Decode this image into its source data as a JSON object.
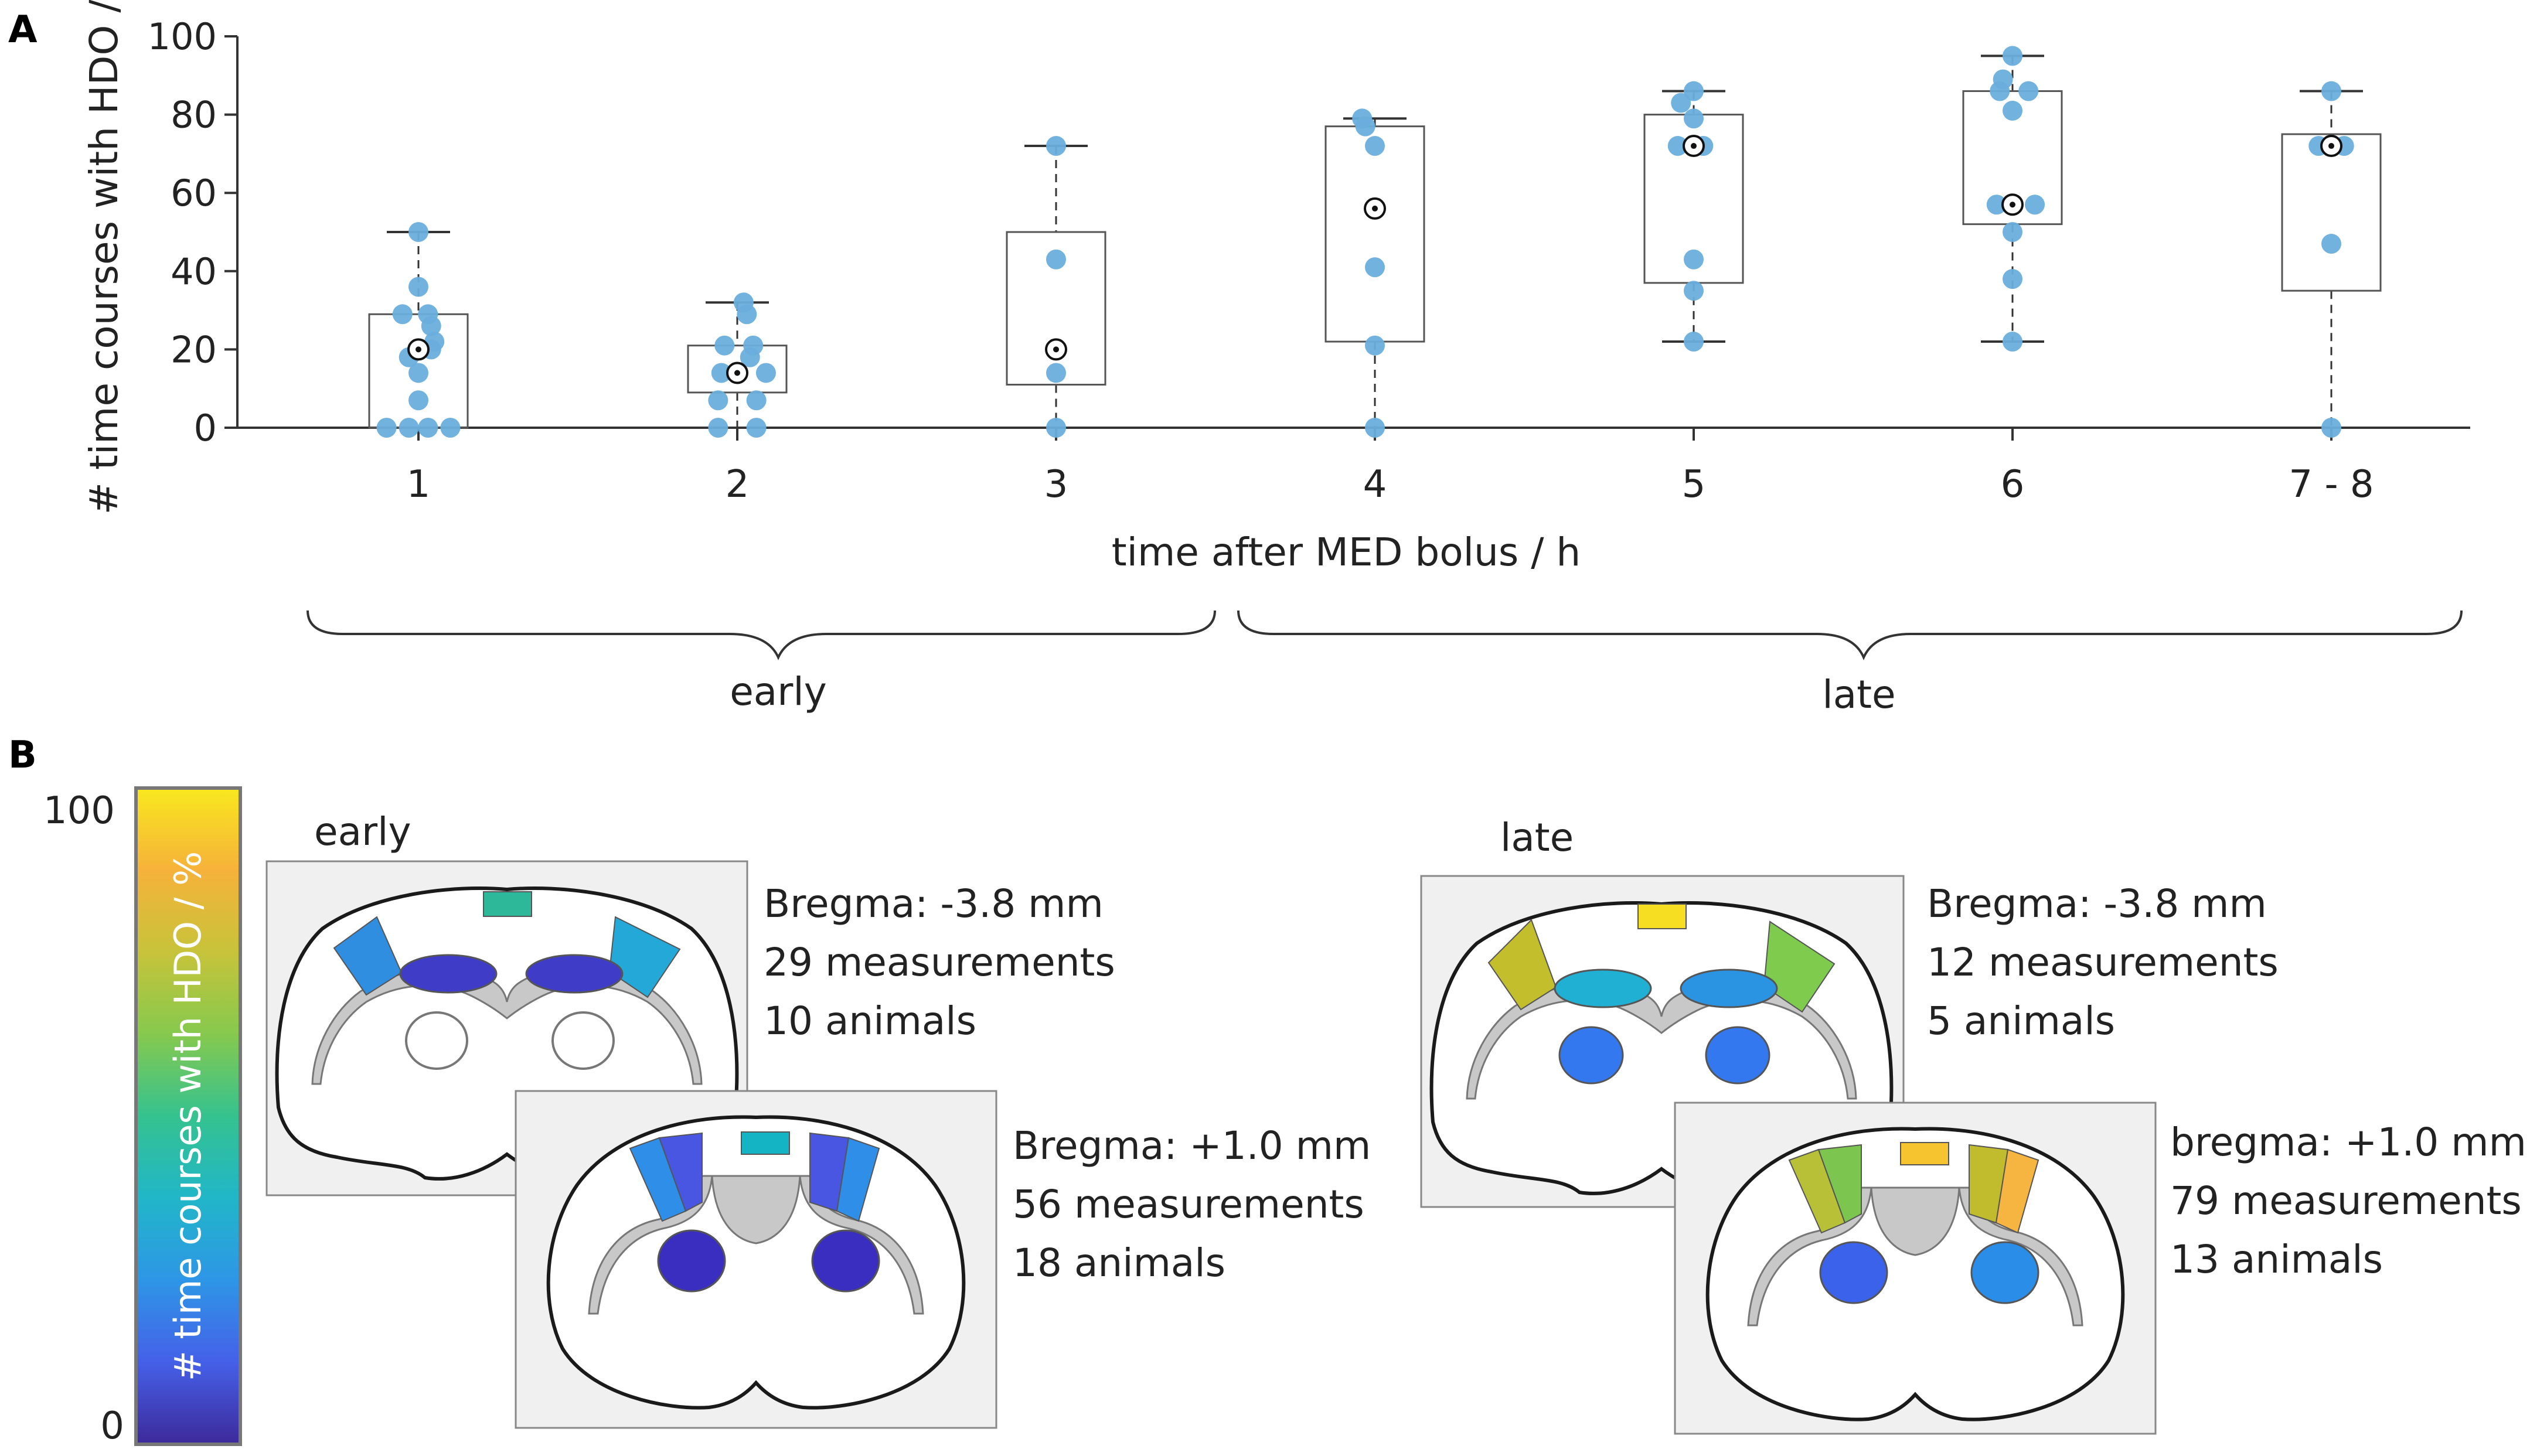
{
  "panel_labels": {
    "a": "A",
    "b": "B"
  },
  "colors": {
    "point": "#6aaedc",
    "box_stroke": "#555555",
    "axis": "#333333",
    "region_outline": "#444444",
    "slice_bg": "#f0f0f0",
    "white_matter": "#c8c8c8",
    "colormap": [
      "#3d2a9a",
      "#4560e8",
      "#2e96e6",
      "#21b6c8",
      "#35c28f",
      "#86c94e",
      "#c7c33a",
      "#f6b23a",
      "#f8e81e"
    ]
  },
  "chart_data": {
    "type": "box",
    "ylabel": "# time courses with HDO / %",
    "xlabel": "time after MED bolus / h",
    "ylim": [
      0,
      100
    ],
    "yticks": [
      0,
      20,
      40,
      60,
      80,
      100
    ],
    "grid": false,
    "legend": "none",
    "categories": [
      "1",
      "2",
      "3",
      "4",
      "5",
      "6",
      "7 - 8"
    ],
    "boxes": [
      {
        "min": 0,
        "q1": 0,
        "median": 20,
        "q3": 29,
        "max": 50
      },
      {
        "min": 0,
        "q1": 9,
        "median": 14,
        "q3": 21,
        "max": 32
      },
      {
        "min": 0,
        "q1": 11,
        "median": 20,
        "q3": 50,
        "max": 72
      },
      {
        "min": 0,
        "q1": 22,
        "median": 56,
        "q3": 77,
        "max": 79
      },
      {
        "min": 22,
        "q1": 37,
        "median": 72,
        "q3": 80,
        "max": 86
      },
      {
        "min": 22,
        "q1": 52,
        "median": 57,
        "q3": 86,
        "max": 95
      },
      {
        "min": 0,
        "q1": 35,
        "median": 72,
        "q3": 75,
        "max": 86
      }
    ],
    "points": [
      [
        {
          "y": 0,
          "dx": -0.1
        },
        {
          "y": 0,
          "dx": -0.03
        },
        {
          "y": 0,
          "dx": 0.03
        },
        {
          "y": 0,
          "dx": 0.1
        },
        {
          "y": 7,
          "dx": 0
        },
        {
          "y": 14,
          "dx": 0
        },
        {
          "y": 18,
          "dx": -0.03
        },
        {
          "y": 20,
          "dx": 0.04
        },
        {
          "y": 22,
          "dx": 0.05
        },
        {
          "y": 26,
          "dx": 0.04
        },
        {
          "y": 29,
          "dx": -0.05
        },
        {
          "y": 29,
          "dx": 0.03
        },
        {
          "y": 36,
          "dx": 0
        },
        {
          "y": 50,
          "dx": 0
        }
      ],
      [
        {
          "y": 0,
          "dx": -0.06
        },
        {
          "y": 0,
          "dx": 0.06
        },
        {
          "y": 7,
          "dx": -0.06
        },
        {
          "y": 7,
          "dx": 0.06
        },
        {
          "y": 14,
          "dx": -0.05
        },
        {
          "y": 14,
          "dx": 0.09
        },
        {
          "y": 18,
          "dx": 0.04
        },
        {
          "y": 21,
          "dx": -0.04
        },
        {
          "y": 21,
          "dx": 0.05
        },
        {
          "y": 29,
          "dx": 0.03
        },
        {
          "y": 32,
          "dx": 0.02
        }
      ],
      [
        {
          "y": 0,
          "dx": 0
        },
        {
          "y": 14,
          "dx": 0
        },
        {
          "y": 20,
          "dx": 0
        },
        {
          "y": 43,
          "dx": 0
        },
        {
          "y": 72,
          "dx": 0
        }
      ],
      [
        {
          "y": 0,
          "dx": 0
        },
        {
          "y": 21,
          "dx": 0
        },
        {
          "y": 41,
          "dx": 0
        },
        {
          "y": 72,
          "dx": 0
        },
        {
          "y": 77,
          "dx": -0.03
        },
        {
          "y": 79,
          "dx": -0.04
        }
      ],
      [
        {
          "y": 22,
          "dx": 0
        },
        {
          "y": 35,
          "dx": 0
        },
        {
          "y": 43,
          "dx": 0
        },
        {
          "y": 72,
          "dx": -0.05
        },
        {
          "y": 72,
          "dx": 0.03
        },
        {
          "y": 79,
          "dx": 0
        },
        {
          "y": 83,
          "dx": -0.04
        },
        {
          "y": 86,
          "dx": 0
        }
      ],
      [
        {
          "y": 22,
          "dx": 0
        },
        {
          "y": 38,
          "dx": 0
        },
        {
          "y": 50,
          "dx": 0
        },
        {
          "y": 57,
          "dx": -0.05
        },
        {
          "y": 57,
          "dx": 0.07
        },
        {
          "y": 81,
          "dx": 0
        },
        {
          "y": 86,
          "dx": -0.04
        },
        {
          "y": 86,
          "dx": 0.05
        },
        {
          "y": 89,
          "dx": -0.03
        },
        {
          "y": 95,
          "dx": 0
        }
      ],
      [
        {
          "y": 0,
          "dx": 0
        },
        {
          "y": 47,
          "dx": 0
        },
        {
          "y": 72,
          "dx": -0.04
        },
        {
          "y": 72,
          "dx": 0.04
        },
        {
          "y": 86,
          "dx": 0
        }
      ]
    ],
    "groups": [
      {
        "label": "early"
      },
      {
        "label": "late"
      }
    ]
  },
  "panel_b": {
    "colorbar": {
      "max_label": "100",
      "min_label": "0",
      "label": "# time courses with HDO / %"
    },
    "early": {
      "title": "early",
      "slice1": {
        "l1": "Bregma: -3.8 mm",
        "l2": "29 measurements",
        "l3": "10 animals",
        "tiles": {
          "midline": "#2eb89a",
          "cortex_left": "#2f8ee0",
          "cortex_right": "#24a8d8",
          "hipp_left": "#3f3dc8",
          "hipp_right": "#3f3dc8"
        }
      },
      "slice2": {
        "l1": "Bregma: +1.0 mm",
        "l2": "56 measurements",
        "l3": "18 animals",
        "tiles": {
          "midline": "#14b4c4",
          "cortex_l_outer": "#2e8ee8",
          "cortex_l_inner": "#4856e2",
          "cortex_r_inner": "#4856e2",
          "cortex_r_outer": "#2e8ee8",
          "striatum_left": "#3a2ec0",
          "striatum_right": "#3a2ec0"
        }
      }
    },
    "late": {
      "title": "late",
      "slice1": {
        "l1": "Bregma: -3.8 mm",
        "l2": "12 measurements",
        "l3": "5 animals",
        "tiles": {
          "midline": "#f6de22",
          "cortex_left": "#c2be2c",
          "cortex_right": "#7fcb4e",
          "hipp_left": "#1fb0d4",
          "hipp_right": "#2a94e2",
          "thal_left": "#3478f0",
          "thal_right": "#3478f0"
        }
      },
      "slice2": {
        "l1": "bregma: +1.0 mm",
        "l2": "79 measurements",
        "l3": "13 animals",
        "tiles": {
          "midline": "#f6c42e",
          "cortex_l_outer": "#b8c038",
          "cortex_l_inner": "#7cc650",
          "cortex_r_inner": "#c0bc2e",
          "cortex_r_outer": "#f6b440",
          "striatum_left": "#3b62ea",
          "striatum_right": "#2a8ee8"
        }
      }
    }
  }
}
